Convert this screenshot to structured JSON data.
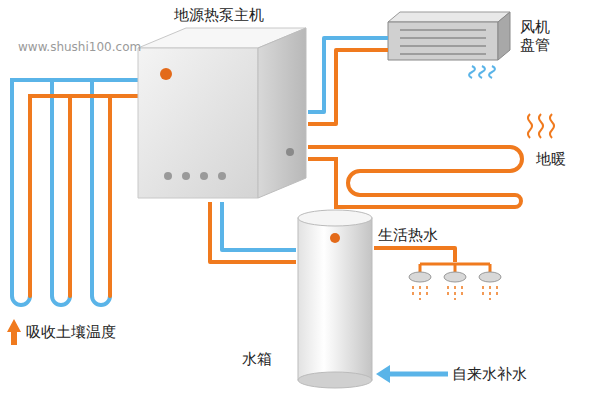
{
  "diagram": {
    "nodes": [
      {
        "text": [
          "地源热泵主机"
        ]
      },
      {
        "text": [
          "风机盘管"
        ]
      },
      {
        "text": [
          "地暖"
        ]
      },
      {
        "text": [
          "水箱"
        ]
      },
      {
        "text": [
          "生活热水"
        ]
      }
    ],
    "edges": [
      {
        "from": 0,
        "to": 1,
        "arrow": "none"
      },
      {
        "from": 0,
        "to": 2,
        "arrow": "none"
      },
      {
        "from": 0,
        "to": 3,
        "arrow": "none"
      },
      {
        "from": 3,
        "to": 4,
        "arrow": "none"
      }
    ],
    "labels": [
      "www.shushi100.com",
      "吸收土壤温度",
      "自来水补水"
    ]
  }
}
